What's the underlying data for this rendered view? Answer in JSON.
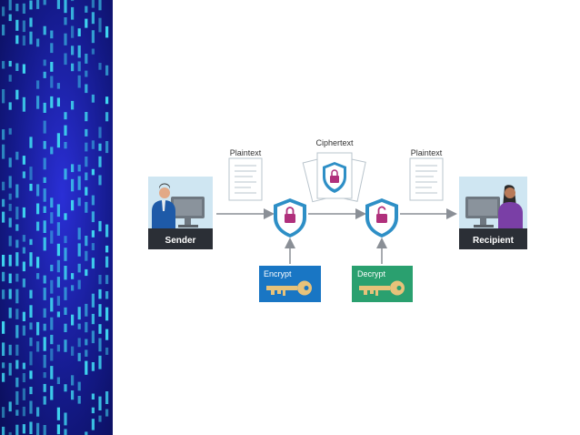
{
  "labels": {
    "plaintext_left": "Plaintext",
    "ciphertext": "Ciphertext",
    "plaintext_right": "Plaintext",
    "sender": "Sender",
    "recipient": "Recipient",
    "encrypt": "Encrypt",
    "decrypt": "Decrypt"
  },
  "colors": {
    "panel_dark": "#0b0f5c",
    "panel_glow": "#2a2fd6",
    "panel_bars": "#3fd6f0",
    "name_bar": "#2b2f36",
    "person_bg": "#cfe6f2",
    "shield_outer": "#2e8fc6",
    "lock": "#b0307c",
    "encrypt_box": "#1976c4",
    "decrypt_box": "#2aa06f",
    "key": "#e7c27a",
    "arrow": "#8a8f96"
  },
  "icons": {
    "sender": "sender-person-icon",
    "recipient": "recipient-person-icon",
    "shield_locked": "locked-shield-icon",
    "shield_unlocked": "unlocked-shield-icon",
    "key": "key-icon",
    "document": "document-icon"
  }
}
